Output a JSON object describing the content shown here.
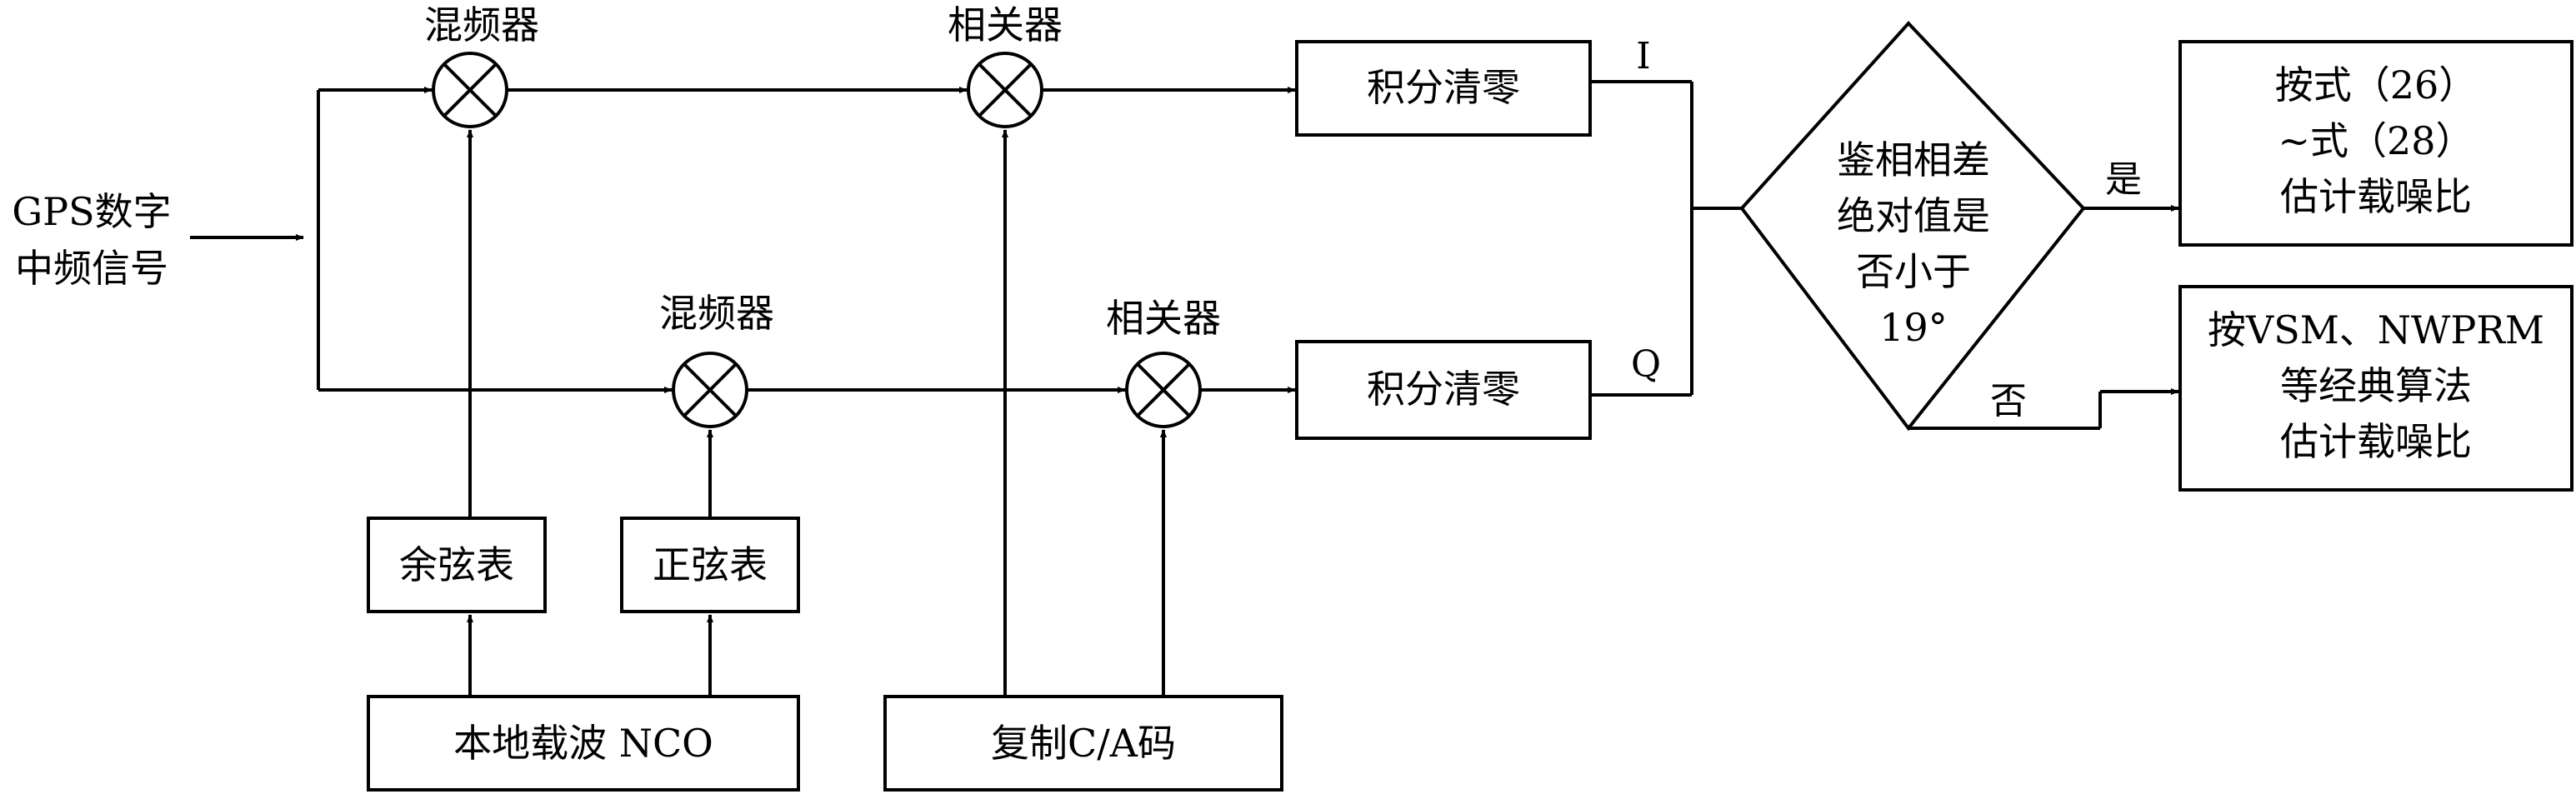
{
  "input_signal": {
    "line1": "GPS数字",
    "line2": "中频信号"
  },
  "mixer_top": {
    "label": "混频器"
  },
  "mixer_bottom": {
    "label": "混频器"
  },
  "correlator_top": {
    "label": "相关器"
  },
  "correlator_bottom": {
    "label": "相关器"
  },
  "integrate_dump_top": {
    "label": "积分清零"
  },
  "integrate_dump_bottom": {
    "label": "积分清零"
  },
  "channel_i": "I",
  "channel_q": "Q",
  "cosine_table": {
    "label": "余弦表"
  },
  "sine_table": {
    "label": "正弦表"
  },
  "local_carrier_nco": {
    "label": "本地载波 NCO"
  },
  "replica_code": {
    "label": "复制C/A码"
  },
  "decision": {
    "line1": "鉴相相差",
    "line2": "绝对值是",
    "line3": "否小于",
    "line4": "19°"
  },
  "yes_label": "是",
  "no_label": "否",
  "result_yes": {
    "line1": "按式（26）",
    "line2": "~式（28）",
    "line3": "估计载噪比"
  },
  "result_no": {
    "line1": "按VSM、NWPRM",
    "line2": "等经典算法",
    "line3": "估计载噪比"
  }
}
